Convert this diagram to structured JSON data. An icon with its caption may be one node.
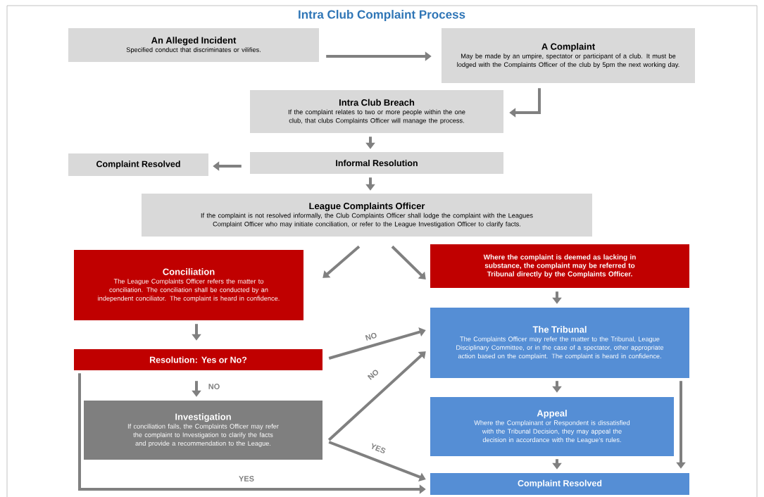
{
  "diagram": {
    "title": "Intra Club Complaint Process",
    "nodes": [
      {
        "text": [
          "An Alleged Incident",
          "Specified conduct that discriminates or vilifies."
        ]
      },
      {
        "text": [
          "A Complaint",
          "May be made by an umpire, spectator or participant of a club. It must be lodged with the Complaints Officer of the club by 5pm the next working day."
        ]
      },
      {
        "text": [
          "Intra Club Breach",
          "If the complaint relates to two or more people within the one club, that clubs Complaints Officer will manage the process."
        ]
      },
      {
        "text": [
          "Complaint Resolved"
        ]
      },
      {
        "text": [
          "Informal Resolution"
        ]
      },
      {
        "text": [
          "League Complaints Officer",
          "If the complaint is not resolved informally, the Club Complaints Officer shall lodge the complaint with the Leagues Complaint Officer who may initiate conciliation, or refer to the League Investigation Officer to clarify facts."
        ]
      },
      {
        "text": [
          "Conciliation",
          "The League Complaints Officer refers the matter to conciliation. The conciliation shall be conducted by an independent conciliator. The complaint is heard in confidence."
        ]
      },
      {
        "text": [
          "Where the complaint is deemed as lacking in substance, the complaint may be referred to Tribunal directly by the Complaints Officer."
        ]
      },
      {
        "text": [
          "Resolution: Yes or No?"
        ]
      },
      {
        "text": [
          "The Tribunal",
          "The Complaints Officer may refer the matter to the Tribunal, League Disciplinary Committee, or in the case of a spectator, other appropriate action based on the complaint. The complaint is heard in confidence."
        ]
      },
      {
        "text": [
          "Investigation",
          "If conciliation fails, the Complaints Officer may refer the complaint to Investigation to clarify the facts and provide a recommendation to the League."
        ]
      },
      {
        "text": [
          "Appeal",
          "Where the Complainant or Respondent is dissatisfied with the Tribunal Decision, they may appeal the decision in accordance with the League’s rules."
        ]
      },
      {
        "text": [
          "Complaint Resolved"
        ]
      }
    ],
    "edges": [
      {
        "from": 0,
        "to": 1,
        "arrow": "to"
      },
      {
        "from": 1,
        "to": 2,
        "arrow": "to"
      },
      {
        "from": 2,
        "to": 4,
        "arrow": "to"
      },
      {
        "from": 4,
        "to": 3,
        "arrow": "to"
      },
      {
        "from": 4,
        "to": 5,
        "arrow": "to"
      },
      {
        "from": 5,
        "to": 6,
        "arrow": "to"
      },
      {
        "from": 5,
        "to": 7,
        "arrow": "to"
      },
      {
        "from": 6,
        "to": 8,
        "arrow": "to"
      },
      {
        "from": 8,
        "to": 9,
        "arrow": "to",
        "label": "NO"
      },
      {
        "from": 8,
        "to": 10,
        "arrow": "to",
        "label": "NO"
      },
      {
        "from": 10,
        "to": 9,
        "arrow": "to",
        "label": "NO"
      },
      {
        "from": 10,
        "to": 12,
        "arrow": "to",
        "label": "YES"
      },
      {
        "from": 8,
        "to": 12,
        "arrow": "to",
        "label": "YES"
      },
      {
        "from": 7,
        "to": 9,
        "arrow": "to"
      },
      {
        "from": 9,
        "to": 11,
        "arrow": "to"
      },
      {
        "from": 11,
        "to": 12,
        "arrow": "to"
      },
      {
        "from": 9,
        "to": 12,
        "arrow": "to"
      }
    ]
  }
}
